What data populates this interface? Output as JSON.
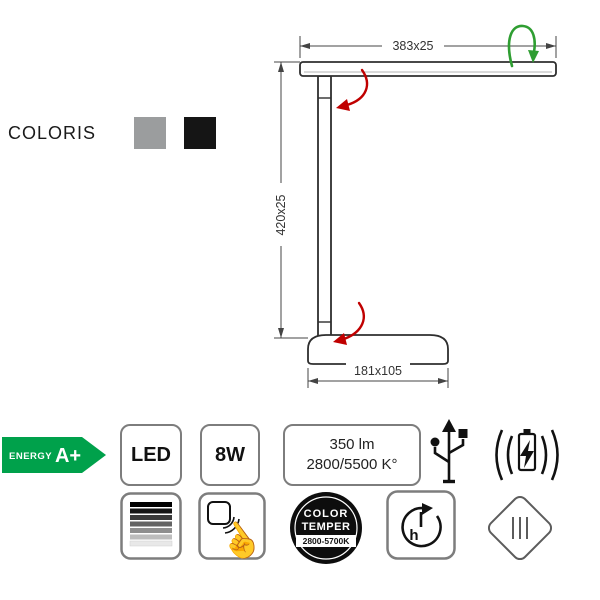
{
  "diagram": {
    "arm_dimension": "383x25",
    "pole_dimension": "420x25",
    "base_dimension": "181x105"
  },
  "coloris": {
    "label": "COLORIS",
    "swatches": [
      {
        "name": "grey",
        "color": "#9b9d9e"
      },
      {
        "name": "black",
        "color": "#151515"
      }
    ]
  },
  "energy": {
    "label": "ENERGY",
    "rating": "A+"
  },
  "features": {
    "led": "LED",
    "power": "8W",
    "lumen": "350 lm",
    "kelvin": "2800/5500 K°",
    "temper_line1": "COLOR",
    "temper_line2": "TEMPER",
    "temper_range": "2800-5700K",
    "timer_unit": "h",
    "touch_glyph": "☝"
  },
  "colors": {
    "energy_green": "#00a14b",
    "green_arrow": "#2f9e32",
    "red_arrow": "#c00000"
  }
}
